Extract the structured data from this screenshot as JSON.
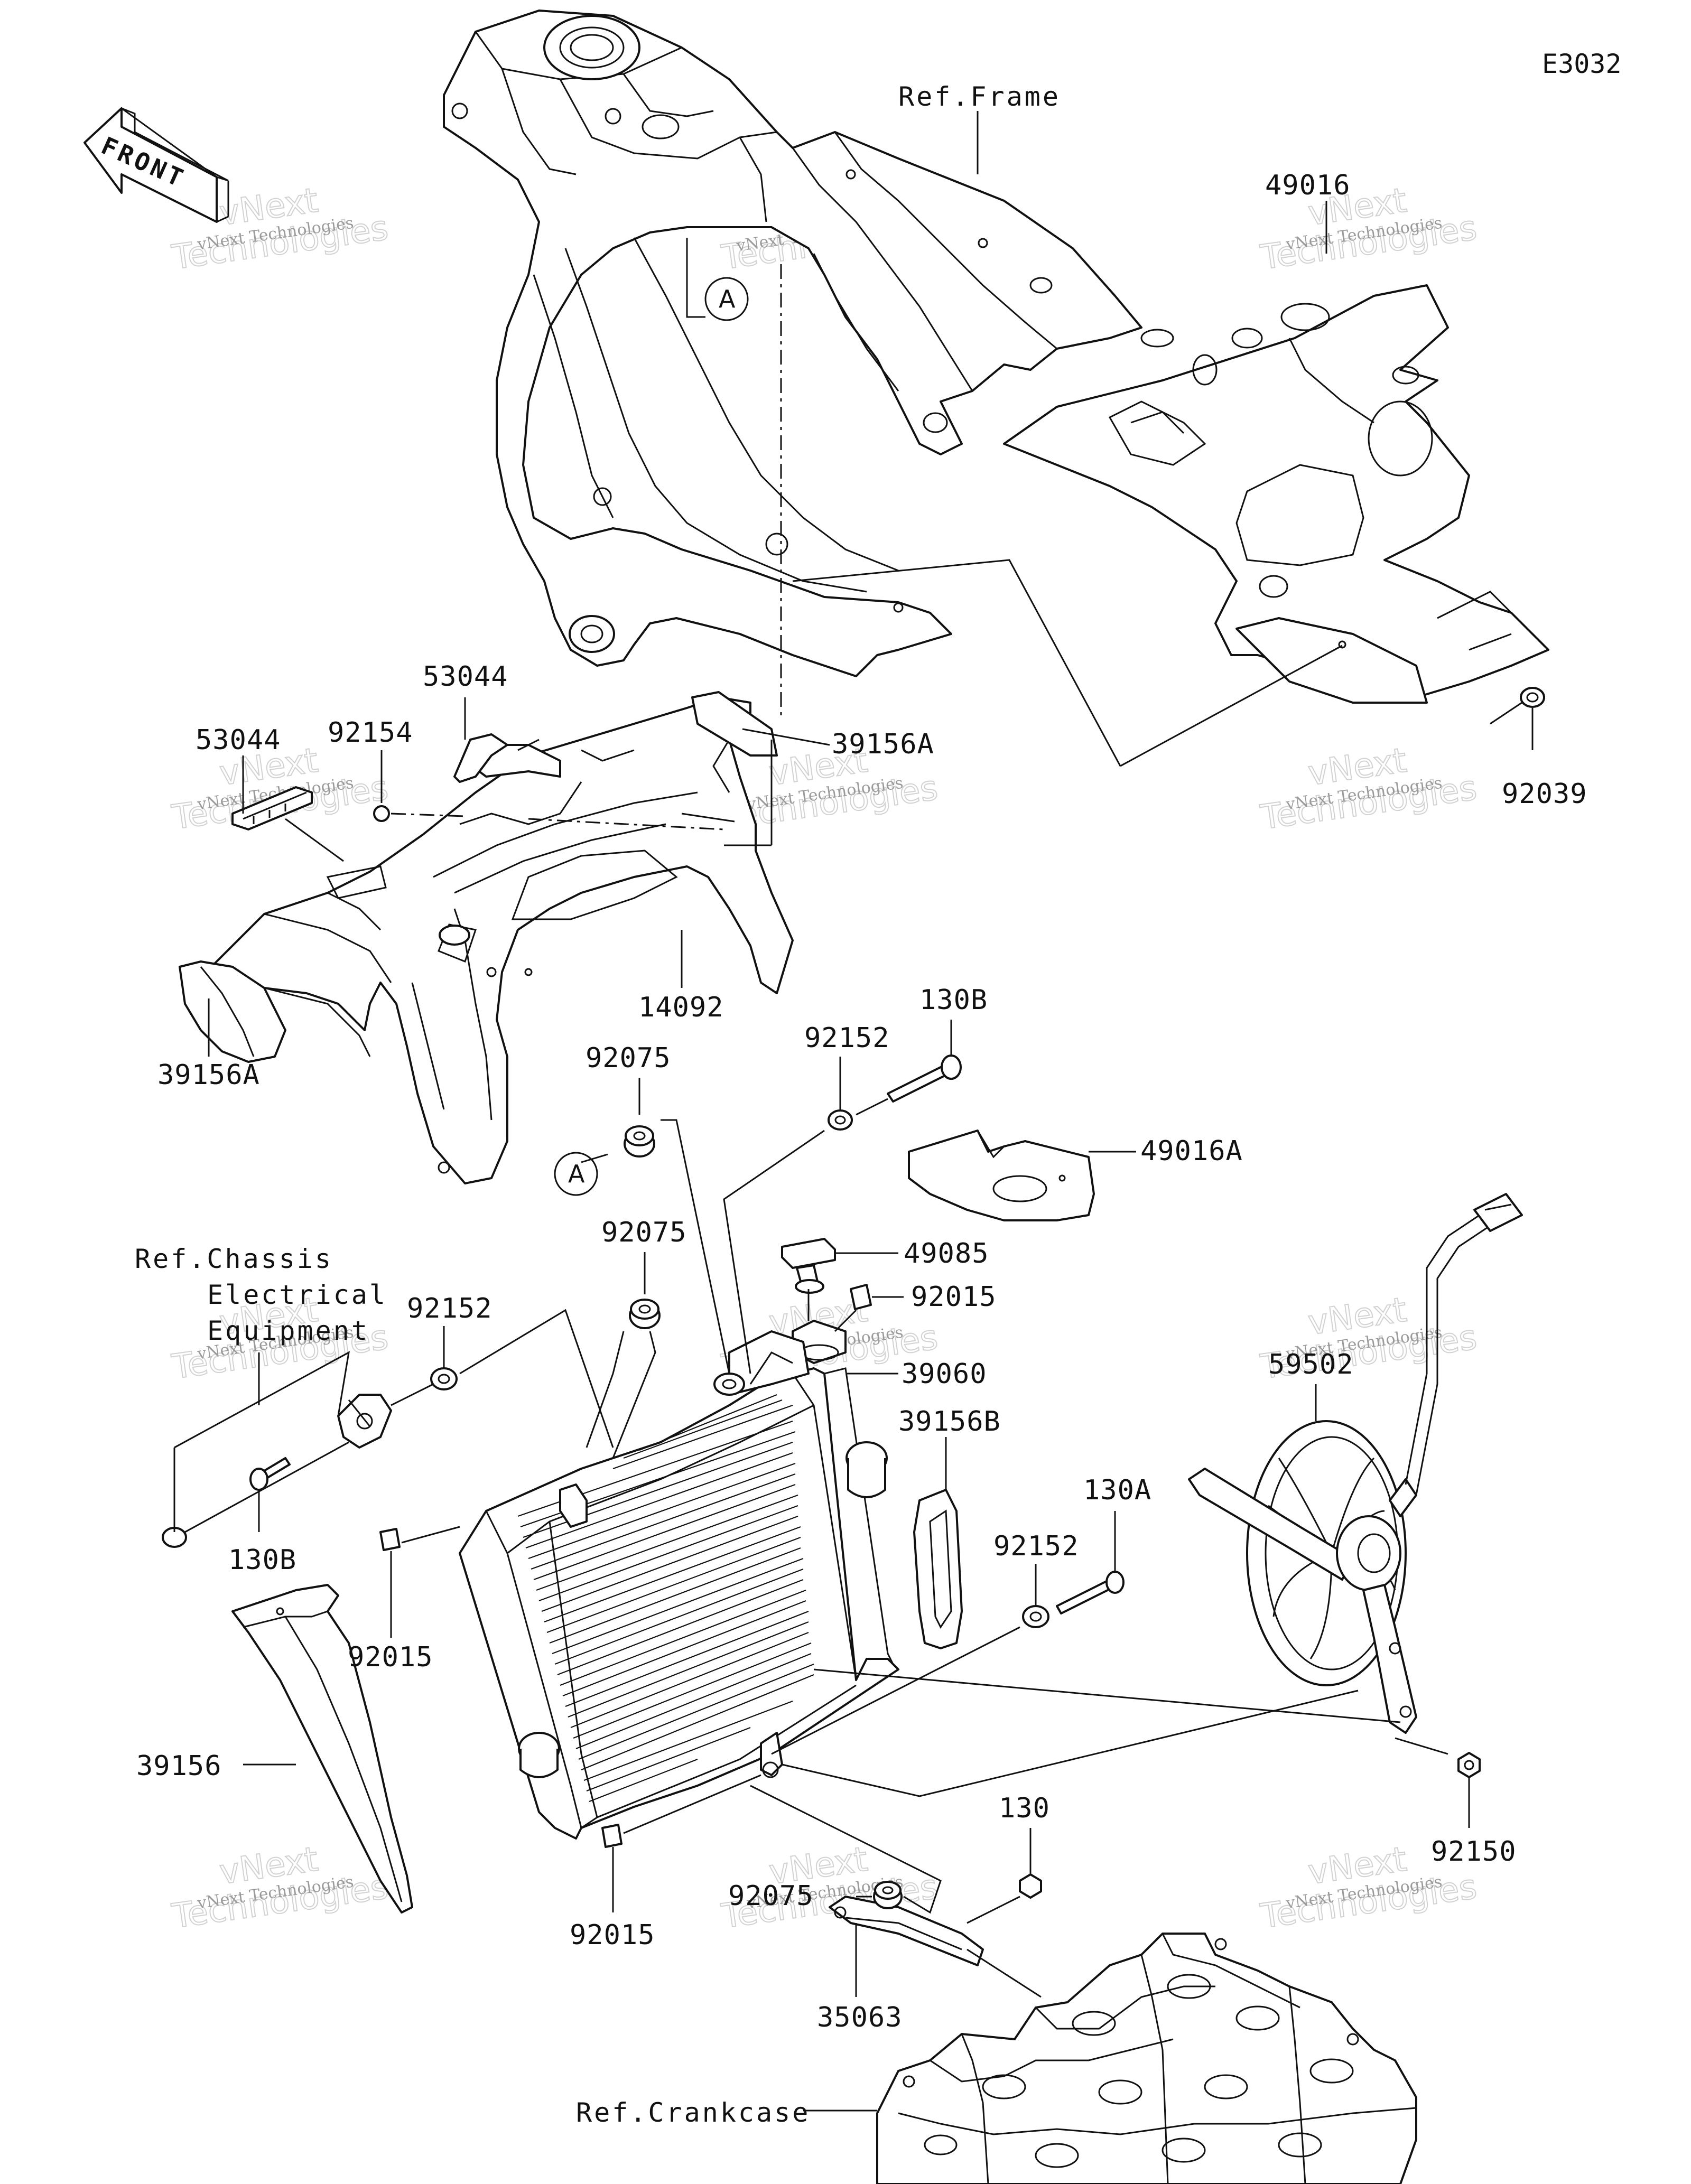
{
  "diagram_code": "E3032",
  "front_arrow_label": "FRONT",
  "references": {
    "frame": "Ref.Frame",
    "chassis_line1": "Ref.Chassis",
    "chassis_line2": "Electrical",
    "chassis_line3": "Equipment",
    "crankcase": "Ref.Crankcase"
  },
  "ref_markers": [
    "A",
    "A"
  ],
  "part_numbers": [
    "49016",
    "53044",
    "92154",
    "53044",
    "39156A",
    "92039",
    "39156A",
    "14092",
    "130B",
    "92152",
    "92075",
    "49016A",
    "92075",
    "92152",
    "49085",
    "92015",
    "39060",
    "39156B",
    "59502",
    "130B",
    "130A",
    "92152",
    "92015",
    "39156",
    "92150",
    "130",
    "92075",
    "92015",
    "35063"
  ],
  "watermark": {
    "small": "vNext Technologies",
    "large_top": "vNext",
    "large_bottom": "Technologies"
  }
}
